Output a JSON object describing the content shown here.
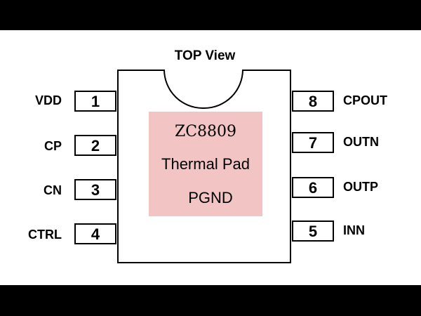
{
  "title": "TOP View",
  "pad": {
    "part_number": "ZC8809",
    "name": "Thermal Pad",
    "net": "PGND"
  },
  "pins_left": [
    {
      "number": "1",
      "label": "VDD"
    },
    {
      "number": "2",
      "label": "CP"
    },
    {
      "number": "3",
      "label": "CN"
    },
    {
      "number": "4",
      "label": "CTRL"
    }
  ],
  "pins_right": [
    {
      "number": "8",
      "label": "CPOUT"
    },
    {
      "number": "7",
      "label": "OUTN"
    },
    {
      "number": "6",
      "label": "OUTP"
    },
    {
      "number": "5",
      "label": "INN"
    }
  ]
}
